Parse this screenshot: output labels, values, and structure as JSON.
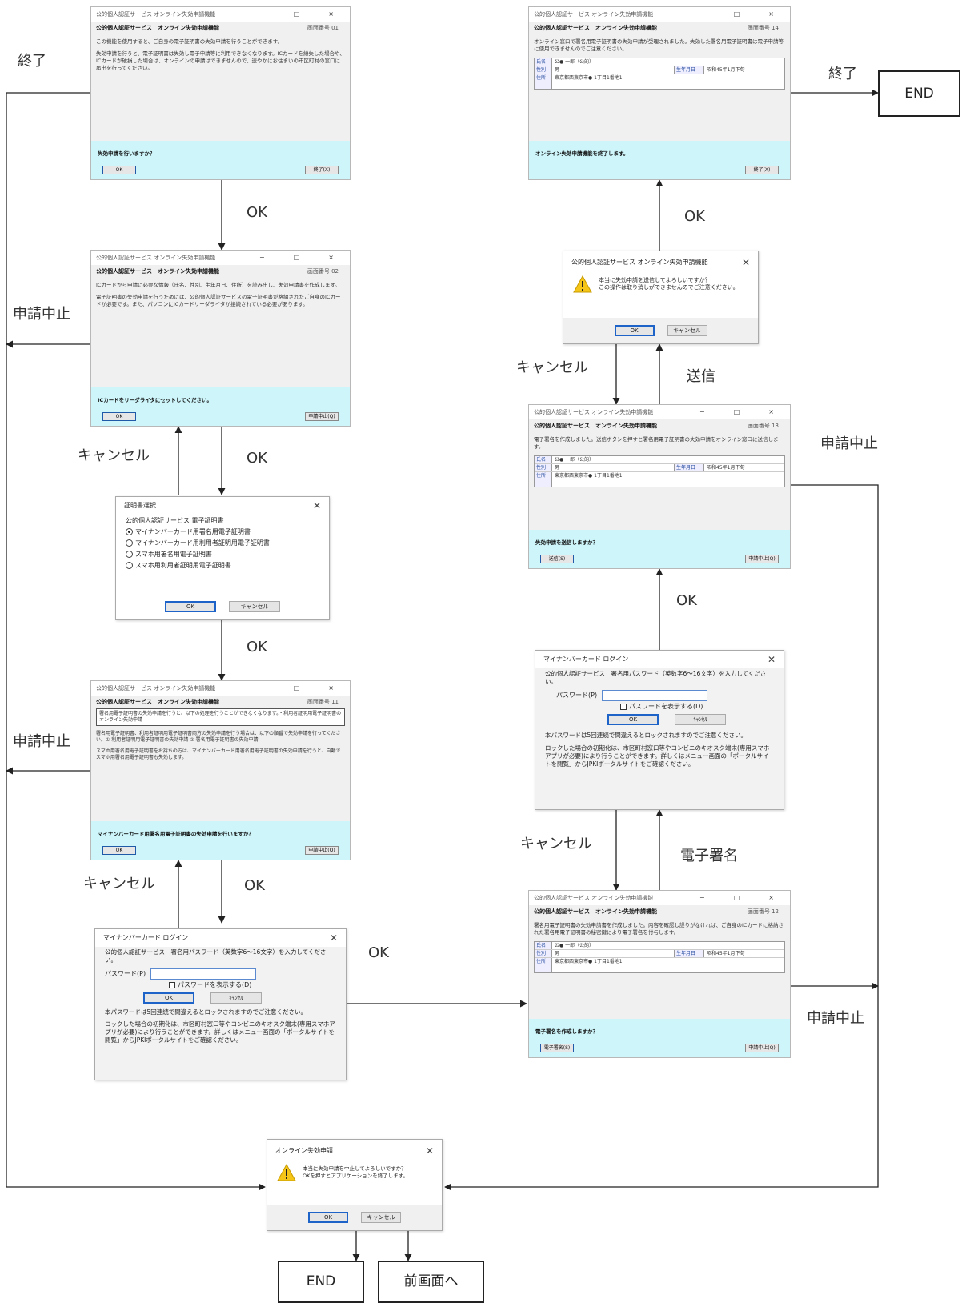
{
  "app": {
    "window_title": "公的個人認証サービス オンライン失効申請機能",
    "service_title": "公的個人認証サービス　オンライン失効申請機能",
    "window_controls": "−　□　×"
  },
  "screens": {
    "s01": {
      "no": "画面番号 01",
      "text": "この機能を使用すると、ご自身の電子証明書の失効申請を行うことができます。",
      "text2": "失効申請を行うと、電子証明書は失効し電子申請等に利用できなくなります。ICカードを紛失した場合や、ICカードが破損した場合は、オンラインの申請はできませんので、速やかにお住まいの市区町村の窓口に届出を行ってください。",
      "prompt": "失効申請を行いますか？",
      "ok": "OK",
      "end": "終了(X)"
    },
    "s02": {
      "no": "画面番号 02",
      "text": "ICカードから申請に必要な情報（氏名、性別、生年月日、住所）を読み出し、失効申請書を作成します。",
      "text2": "電子証明書の失効申請を行うためには、公的個人認証サービスの電子証明書が格納されたご自身のICカードが必要です。また、パソコンにICカードリーダライタが接続されている必要があります。",
      "prompt": "ICカードをリーダライタにセットしてください。",
      "ok": "OK",
      "cancel": "申請中止(Q)"
    },
    "s11": {
      "no": "画面番号 11",
      "boxed": "署名用電子証明書の失効申請を行うと、以下の処理を行うことができなくなります。・利用者証明用電子証明書のオンライン失効申請",
      "text": "署名用電子証明書、利用者証明用電子証明書両方の失効申請を行う場合は、以下の順番で失効申請を行ってください。① 利用者証明用電子証明書の失効申請 ② 署名用電子証明書の失効申請",
      "text2": "スマホ用署名用電子証明書をお持ちの方は、マイナンバーカード用署名用電子証明書の失効申請を行うと、自動でスマホ用署名用電子証明書も失効します。",
      "prompt": "マイナンバーカード用署名用電子証明書の失効申請を行いますか？",
      "ok": "OK",
      "cancel": "申請中止(Q)"
    },
    "s12": {
      "no": "画面番号 12",
      "text": "署名用電子証明書の失効申請書を作成しました。内容を確認し誤りがなければ、ご自身のICカードに格納された署名用電子証明書の秘密鍵により電子署名を付与します。",
      "prompt": "電子署名を作成しますか？",
      "ok": "電子署名(S)",
      "cancel": "申請中止(Q)"
    },
    "s13": {
      "no": "画面番号 13",
      "text": "電子署名を作成しました。送信ボタンを押すと署名用電子証明書の失効申請をオンライン窓口に送信します。",
      "prompt": "失効申請を送信しますか？",
      "ok": "送信(S)",
      "cancel": "申請中止(Q)"
    },
    "s14": {
      "no": "画面番号 14",
      "text": "オンライン窓口で署名用電子証明書の失効申請が受理されました。失効した署名用電子証明書は電子申請等に使用できませんのでご注意ください。",
      "prompt": "オンライン失効申請機能を終了します。",
      "end": "終了(X)"
    }
  },
  "info_table": {
    "k_name": "氏名",
    "v_name": "公● 一郎（公的）",
    "k_sex": "性別",
    "v_sex": "男",
    "k_birth": "生年月日",
    "v_birth": "昭和45年1月下旬",
    "k_addr": "住所",
    "v_addr": "東京都西東京市● 1丁目1番地1"
  },
  "cert_dialog": {
    "title": "証明書選択",
    "group": "公的個人認証サービス 電子証明書",
    "options": [
      "マイナンバーカード用署名用電子証明書",
      "マイナンバーカード用利用者証明用電子証明書",
      "スマホ用署名用電子証明書",
      "スマホ用利用者証明用電子証明書"
    ],
    "ok": "OK",
    "cancel": "キャンセル"
  },
  "login_dialog": {
    "title": "マイナンバーカード ログイン",
    "instruction": "公的個人認証サービス　署名用パスワード（英数字6〜16文字）を入力してください。",
    "pw_label": "パスワード(P)",
    "show_pw": "パスワードを表示する(D)",
    "ok": "OK",
    "cancel": "ｷｬﾝｾﾙ",
    "warn1": "本パスワードは5回連続で間違えるとロックされますのでご注意ください。",
    "warn2": "ロックした場合の初期化は、市区町村窓口等やコンビニのキオスク端末(専用スマホアプリが必要)により行うことができます。詳しくはメニュー画面の「ポータルサイトを閲覧」からJPKIポータルサイトをご確認ください。"
  },
  "send_confirm": {
    "title": "公的個人認証サービス オンライン失効申請機能",
    "line1": "本当に失効申請を送信してよろしいですか？",
    "line2": "この操作は取り消しができませんのでご注意ください。",
    "ok": "OK",
    "cancel": "キャンセル"
  },
  "abort_confirm": {
    "title": "オンライン失効申請",
    "line1": "本当に失効申請を中止してよろしいですか？",
    "line2": "OKを押すとアプリケーションを終了します。",
    "ok": "OK",
    "cancel": "キャンセル"
  },
  "flow_labels": {
    "end_top_left": "終了",
    "ok1": "OK",
    "abort1": "申請中止",
    "cancel1": "キャンセル",
    "ok2": "OK",
    "ok3": "OK",
    "abort2": "申請中止",
    "cancel2": "キャンセル",
    "ok4": "OK",
    "ok_mid": "OK",
    "end_right": "終了",
    "ok_r1": "OK",
    "cancel_r1": "キャンセル",
    "send": "送信",
    "abort_r1": "申請中止",
    "ok_r2": "OK",
    "cancel_r2": "キャンセル",
    "sign": "電子署名",
    "abort_r2": "申請中止"
  },
  "terminals": {
    "end_top": "END",
    "end_bottom": "END",
    "back": "前画面へ"
  }
}
